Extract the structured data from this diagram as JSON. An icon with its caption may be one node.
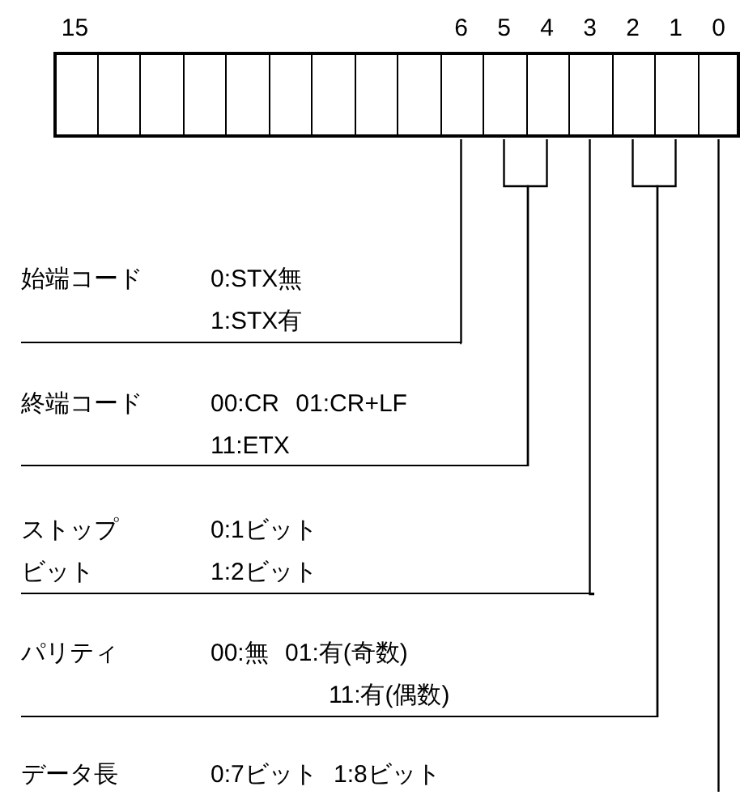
{
  "diagram": {
    "nodes": [
      {
        "text": [],
        "shape": "box"
      },
      {
        "text": [],
        "shape": "box"
      },
      {
        "text": [],
        "shape": "box"
      },
      {
        "text": [],
        "shape": "box"
      },
      {
        "text": [],
        "shape": "box"
      },
      {
        "text": [],
        "shape": "box"
      },
      {
        "text": [],
        "shape": "box"
      },
      {
        "text": [],
        "shape": "box"
      },
      {
        "text": [],
        "shape": "box"
      },
      {
        "text": [],
        "shape": "box"
      },
      {
        "text": [],
        "shape": "box"
      },
      {
        "text": [],
        "shape": "box"
      },
      {
        "text": [],
        "shape": "box"
      },
      {
        "text": [],
        "shape": "box"
      },
      {
        "text": [],
        "shape": "box"
      },
      {
        "text": [],
        "shape": "box"
      },
      {
        "text": [
          "始端コード",
          "0:STX無",
          "1:STX有"
        ]
      },
      {
        "text": [
          "終端コード",
          "00:CR 01:CR+LF",
          "11:ETX"
        ]
      },
      {
        "text": [
          "ストップビット",
          "0:1ビット",
          "1:2ビット"
        ]
      },
      {
        "text": [
          "パリティ",
          "00:無 01:有(奇数)",
          "11:有(偶数)"
        ]
      },
      {
        "text": [
          "データ長",
          "0:7ビット 1:8ビット"
        ]
      }
    ],
    "edges": [
      {
        "from": 16,
        "to": 9,
        "arrow": "none"
      },
      {
        "from": 17,
        "to": 10,
        "arrow": "none"
      },
      {
        "from": 17,
        "to": 11,
        "arrow": "none"
      },
      {
        "from": 18,
        "to": 12,
        "arrow": "none"
      },
      {
        "from": 19,
        "to": 13,
        "arrow": "none"
      },
      {
        "from": 19,
        "to": 14,
        "arrow": "none"
      },
      {
        "from": null,
        "to": 15,
        "arrow": "none"
      }
    ],
    "labels": [
      "15",
      "6",
      "5",
      "4",
      "3",
      "2",
      "1",
      "0"
    ]
  }
}
